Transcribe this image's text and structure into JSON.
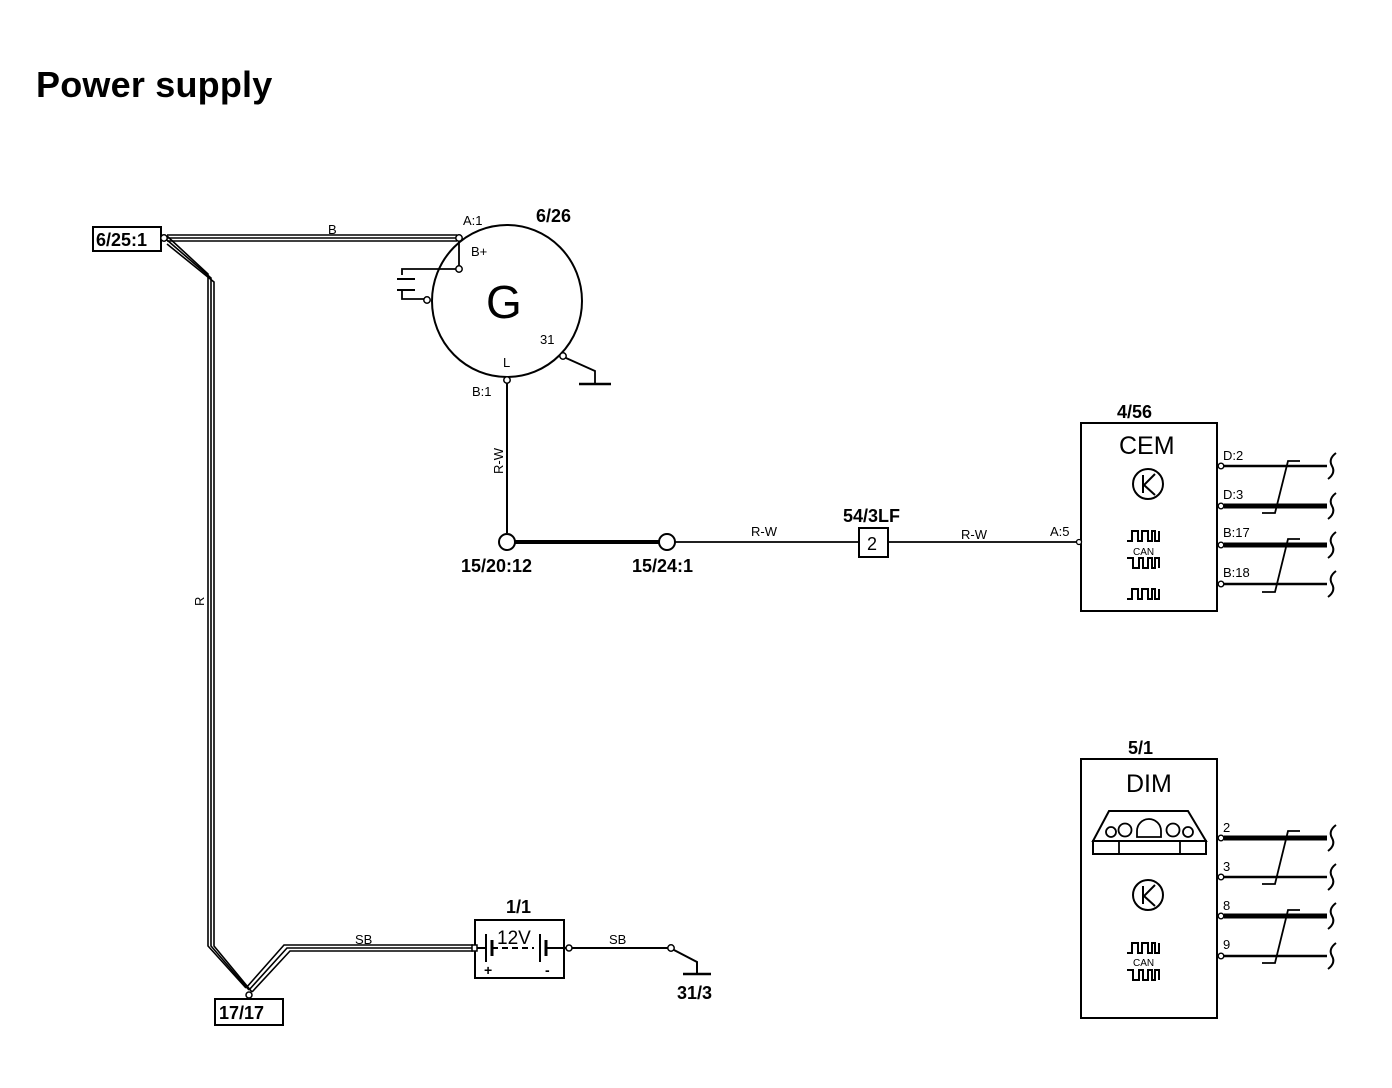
{
  "title": "Power supply",
  "components": {
    "generator": {
      "id": "6/26",
      "symbol": "G",
      "pin_a1": "A:1",
      "pin_bplus": "B+",
      "pin_l": "L",
      "pin_b1": "B:1",
      "pin_31": "31"
    },
    "connector_6_25": {
      "id": "6/25:1"
    },
    "connector_17_17": {
      "id": "17/17"
    },
    "battery": {
      "id": "1/1",
      "voltage": "12V",
      "plus": "+",
      "minus": "-"
    },
    "ground_31_3": {
      "id": "31/3"
    },
    "splice_15_20": {
      "id": "15/20:12"
    },
    "splice_15_24": {
      "id": "15/24:1"
    },
    "fuse": {
      "id": "54/3LF",
      "number": "2"
    },
    "cem": {
      "id": "4/56",
      "name": "CEM",
      "input_pin": "A:5",
      "can_label": "CAN",
      "pins": [
        "D:2",
        "D:3",
        "B:17",
        "B:18"
      ]
    },
    "dim": {
      "id": "5/1",
      "name": "DIM",
      "can_label": "CAN",
      "pins": [
        "2",
        "3",
        "8",
        "9"
      ]
    }
  },
  "wires": {
    "gen_to_conn": "B",
    "conn_to_junction": "R",
    "junction_to_battery": "SB",
    "battery_to_ground": "SB",
    "gen_l_to_splice": "R-W",
    "splice_to_fuse": "R-W",
    "fuse_to_cem": "R-W"
  }
}
